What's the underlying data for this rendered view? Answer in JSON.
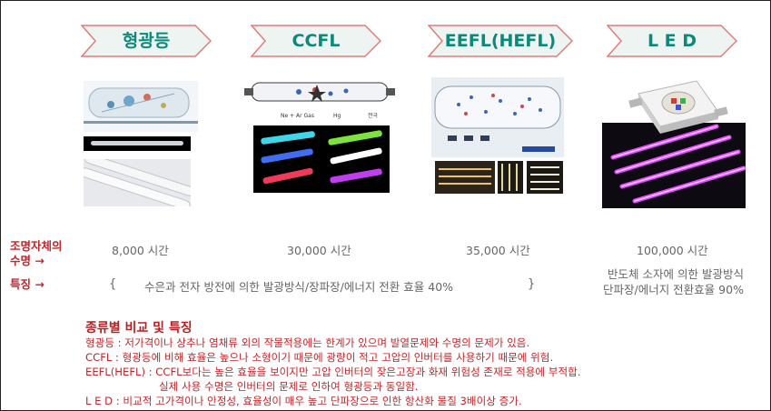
{
  "headers": [
    "형광등",
    "CCFL",
    "EEFL(HEFL)",
    "L E D"
  ],
  "diagram_labels": {
    "ccfl_1": "Ne + Ar Gas",
    "ccfl_2": "Hg",
    "ccfl_3": "전극"
  },
  "rows": {
    "lifetime_label_1": "조명자체의",
    "lifetime_label_2": "수명 →",
    "lifetime": [
      "8,000 시간",
      "30,000 시간",
      "35,000 시간",
      "100,000 시간"
    ],
    "feature_label": "특징 →",
    "brace_open": "{",
    "feature_main": "수은과 전자 방전에 의한 발광방식/장파장/에너지 전환 효율 40%",
    "brace_close": "}",
    "led_feature_1": "반도체 소자에 의한 발광방식",
    "led_feature_2": "단파장/에너지 전환효율 90%"
  },
  "notes": {
    "title": "종류별 비교 및 특징",
    "lines": [
      "형광등 : 저가격이나 상추나 염채류 외의 작물적용에는 한계가 있으며 발열문제와 수명의 문제가 있음.",
      "CCFL : 형광등에 비해 효율은 높으나 소형이기 때문에 광량이 적고 고압의 인버터를 사용하기 때문에 위험.",
      "EEFL(HEFL) : CCFL보다는 높은 효율을 보이지만 고압 인버터의 잦은고장과 화재 위험성 존재로 적용에 부적합.",
      "실제 사용 수명은 인버터의 문제로 인하여 형광등과 동일함.",
      "L E D : 비교적 고가격이나 안정성, 효율성이 매우 높고 단파장으로 인한 항산화 물질 3배이상 증가."
    ]
  },
  "colors": {
    "header_text": "#0b8a7a",
    "header_border": "#e07b7b",
    "label_red": "#c0262b",
    "value_gray": "#666666"
  }
}
